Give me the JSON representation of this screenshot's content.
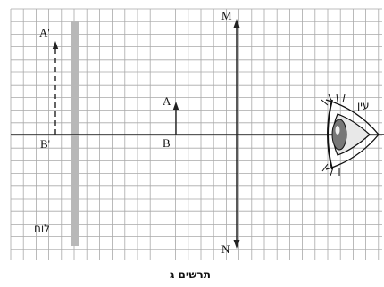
{
  "figure": {
    "caption": "תרשים ג",
    "points": {
      "A_prime": "A'",
      "B_prime": "B'",
      "A": "A",
      "B": "B",
      "M": "M",
      "N": "N"
    },
    "board_label": "לוח",
    "eye_label": "עין"
  },
  "colors": {
    "grid": "#a9a9a9",
    "board": "#b8b8b8",
    "ink": "#111111"
  }
}
